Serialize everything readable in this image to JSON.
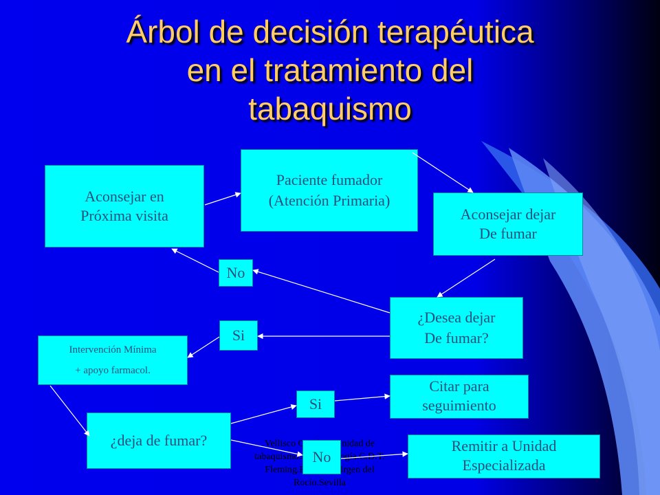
{
  "title_lines": [
    "Árbol de decisión terapéutica",
    "en el tratamiento del",
    "tabaquismo"
  ],
  "nodes": {
    "aconsejar_proxima": [
      "Aconsejar en",
      "Próxima visita"
    ],
    "paciente_fumador": [
      "Paciente fumador",
      "(Atención Primaria)"
    ],
    "aconsejar_dejar": [
      "Aconsejar dejar",
      "De fumar"
    ],
    "desea_dejar": [
      "¿Desea dejar",
      "De fumar?"
    ],
    "intervencion": [
      "Intervención Mínima",
      "+ apoyo farmacol."
    ],
    "citar": [
      "Citar para",
      "seguimiento"
    ],
    "deja_fumar": [
      "¿deja de fumar?"
    ],
    "remitir": [
      "Remitir a Unidad",
      "Especializada"
    ]
  },
  "labels": {
    "no_upper": "No",
    "si_upper": "Si",
    "si_lower": "Si",
    "no_lower": "No"
  },
  "credit_lines": [
    "Vellisco García A.Unidad de",
    "tabaquismo.S.Neumología.C.D.T.",
    "Fleming.Hospital Virgen del",
    "Rocío.Sevilla"
  ],
  "colors": {
    "background": "#0000ee",
    "title": "#ffcc66",
    "box_fill": "#00ffff",
    "box_text": "#2a4f7a",
    "arrow": "#ffffff"
  }
}
